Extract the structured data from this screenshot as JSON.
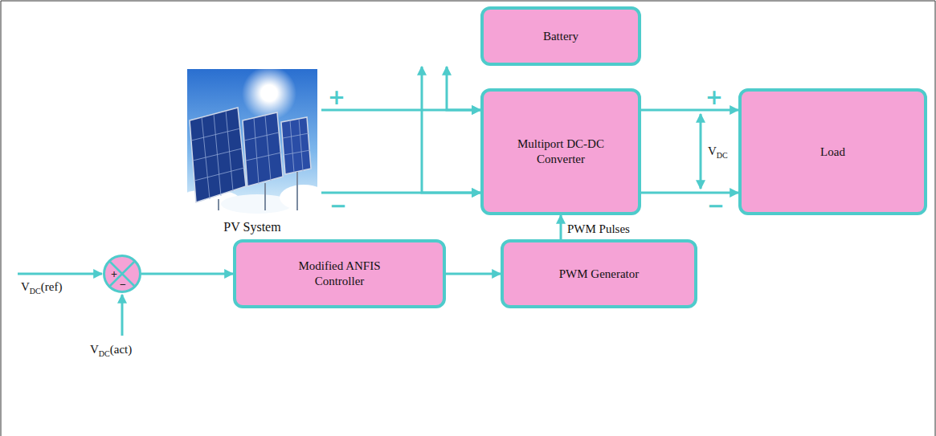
{
  "diagram": {
    "nodes": [
      {
        "text": [
          "Battery"
        ]
      },
      {
        "text": [
          "PV System"
        ]
      },
      {
        "text": [
          "Multiport DC-DC Converter"
        ]
      },
      {
        "text": [
          "Load"
        ]
      },
      {
        "text": [
          "+",
          "−"
        ]
      },
      {
        "text": [
          "Modified ANFIS Controller"
        ]
      },
      {
        "text": [
          "PWM Generator"
        ]
      }
    ],
    "edges": [
      {
        "from": 1,
        "to": 2,
        "arrow": "to"
      },
      {
        "from": 1,
        "to": 2,
        "arrow": "to"
      },
      {
        "from": 0,
        "to": 2,
        "arrow": "both"
      },
      {
        "from": 0,
        "to": 2,
        "arrow": "both"
      },
      {
        "from": 2,
        "to": 3,
        "arrow": "to"
      },
      {
        "from": 2,
        "to": 3,
        "arrow": "to"
      },
      {
        "from": 4,
        "to": 5,
        "arrow": "to"
      },
      {
        "from": 5,
        "to": 6,
        "arrow": "to"
      },
      {
        "from": 6,
        "to": 2,
        "label": "PWM Pulses",
        "arrow": "to"
      }
    ],
    "labels": [
      "+",
      "−",
      "+",
      "−",
      "VDC",
      "VDC(ref)",
      "VDC(act)"
    ]
  }
}
